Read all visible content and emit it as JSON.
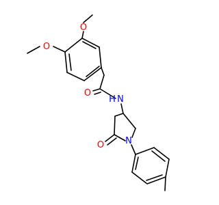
{
  "structure": {
    "atoms": [
      {
        "id": "ome3_o",
        "text": "O"
      },
      {
        "id": "ome4_o",
        "text": "O"
      },
      {
        "id": "carbonyl_o",
        "text": "O"
      },
      {
        "id": "amide_n",
        "text": "N"
      },
      {
        "id": "amide_h",
        "text": "H"
      },
      {
        "id": "lactam_o",
        "text": "O"
      },
      {
        "id": "ring_n",
        "text": "N"
      }
    ]
  },
  "colors": {
    "bond": "#000000",
    "oxygen": "#ff0000",
    "nitrogen": "#0000ff"
  }
}
